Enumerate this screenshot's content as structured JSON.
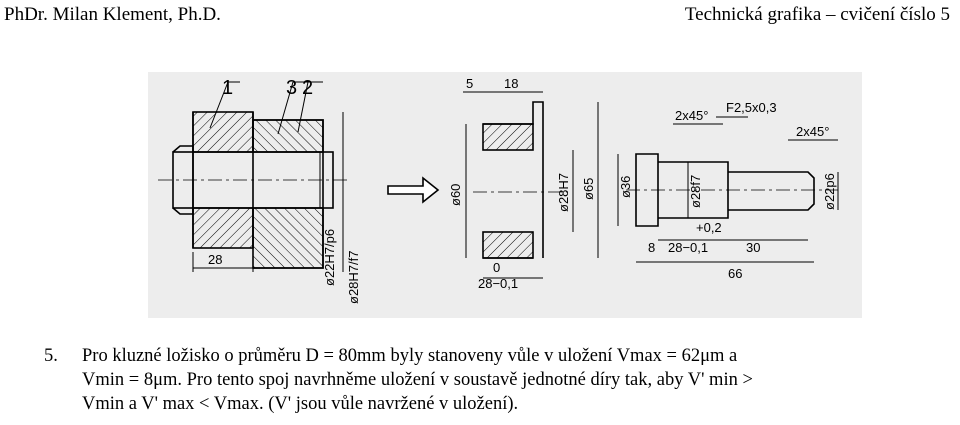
{
  "header": {
    "author": "PhDr. Milan Klement, Ph.D.",
    "course": "Technická grafika – cvičení číslo 5"
  },
  "figure": {
    "parts": [
      "1",
      "2",
      "3"
    ],
    "left_drawing": {
      "fit_shaft": "ø22H7/p6",
      "fit_hole": "ø28H7/f7",
      "length": "28"
    },
    "middle_drawing": {
      "dim_top_a": "5",
      "dim_top_b": "18",
      "diam_outer": "ø60",
      "diam_bore": "ø28H7",
      "diam_65": "ø65",
      "tol_upper": "0",
      "tol_lower": "28−0,1"
    },
    "right_drawing": {
      "chamfer_1": "2x45°",
      "chamfer_2": "2x45°",
      "fillet": "F2,5x0,3",
      "diam_36": "ø36",
      "diam_28": "ø28f7",
      "diam_22": "ø22p6",
      "dim_8": "8",
      "tol_plus": "+0,2",
      "dim_28": "28−0,1",
      "dim_30": "30",
      "dim_66": "66"
    }
  },
  "task": {
    "number": "5.",
    "line1": "Pro kluzné ložisko o průměru D = 80mm byly stanoveny vůle v uložení Vmax = 62μm a",
    "line2": "Vmin = 8μm. Pro tento spoj navrhněme uložení v soustavě jednotné díry tak, aby V' min >",
    "line3": "Vmin a V' max < Vmax. (V' jsou vůle navržené v uložení)."
  }
}
